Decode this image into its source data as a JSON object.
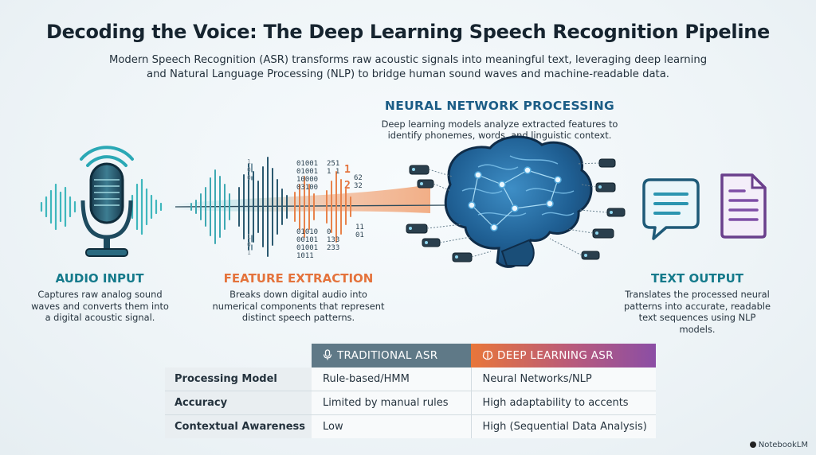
{
  "title": "Decoding the Voice: The Deep Learning Speech Recognition Pipeline",
  "subtitle": {
    "line1": "Modern Speech Recognition (ASR) transforms raw acoustic signals into meaningful text, leveraging deep learning",
    "line2": "and Natural Language Processing (NLP) to bridge human sound waves and machine-readable data."
  },
  "stages": {
    "neural": {
      "title": "NEURAL NETWORK PROCESSING",
      "desc_line1": "Deep learning models analyze extracted features to",
      "desc_line2": "identify phonemes, words, and linguistic context."
    },
    "audio": {
      "title": "AUDIO INPUT",
      "desc": "Captures raw analog sound waves and converts them into a digital acoustic signal."
    },
    "feature": {
      "title": "FEATURE EXTRACTION",
      "desc": "Breaks down digital audio into numerical components that represent distinct speech patterns."
    },
    "text": {
      "title": "TEXT OUTPUT",
      "desc": "Translates the processed neural patterns into accurate, readable text sequences using NLP models."
    }
  },
  "binary": {
    "top": [
      "01001",
      "01001",
      "10000",
      "03100"
    ],
    "top_nums": [
      "251",
      "1 1",
      "3",
      "0"
    ],
    "bottom": [
      "01010",
      "00101",
      "01001",
      "1011"
    ],
    "bottom_nums": [
      "0",
      "133",
      "233",
      "11",
      "01"
    ],
    "accent_nums": [
      "1",
      "2"
    ],
    "side_nums": [
      "62",
      "32"
    ]
  },
  "comparison": {
    "headers": {
      "traditional": "TRADITIONAL ASR",
      "deep": "DEEP LEARNING ASR"
    },
    "rows": [
      {
        "label": "Processing Model",
        "traditional": "Rule-based/HMM",
        "deep": "Neural Networks/NLP"
      },
      {
        "label": "Accuracy",
        "traditional": "Limited by manual rules",
        "deep": "High adaptability to accents"
      },
      {
        "label": "Contextual Awareness",
        "traditional": "Low",
        "deep": "High (Sequential Data Analysis)"
      }
    ]
  },
  "brand": "NotebookLM",
  "icons": [
    "microphone-icon",
    "brain-icon",
    "chat-bubble-icon",
    "document-icon",
    "brain-icon",
    "microphone-small-icon"
  ],
  "colors": {
    "teal": "#157a8b",
    "orange": "#e4733c",
    "navy": "#1c5d86",
    "purple": "#8b4ea5"
  }
}
